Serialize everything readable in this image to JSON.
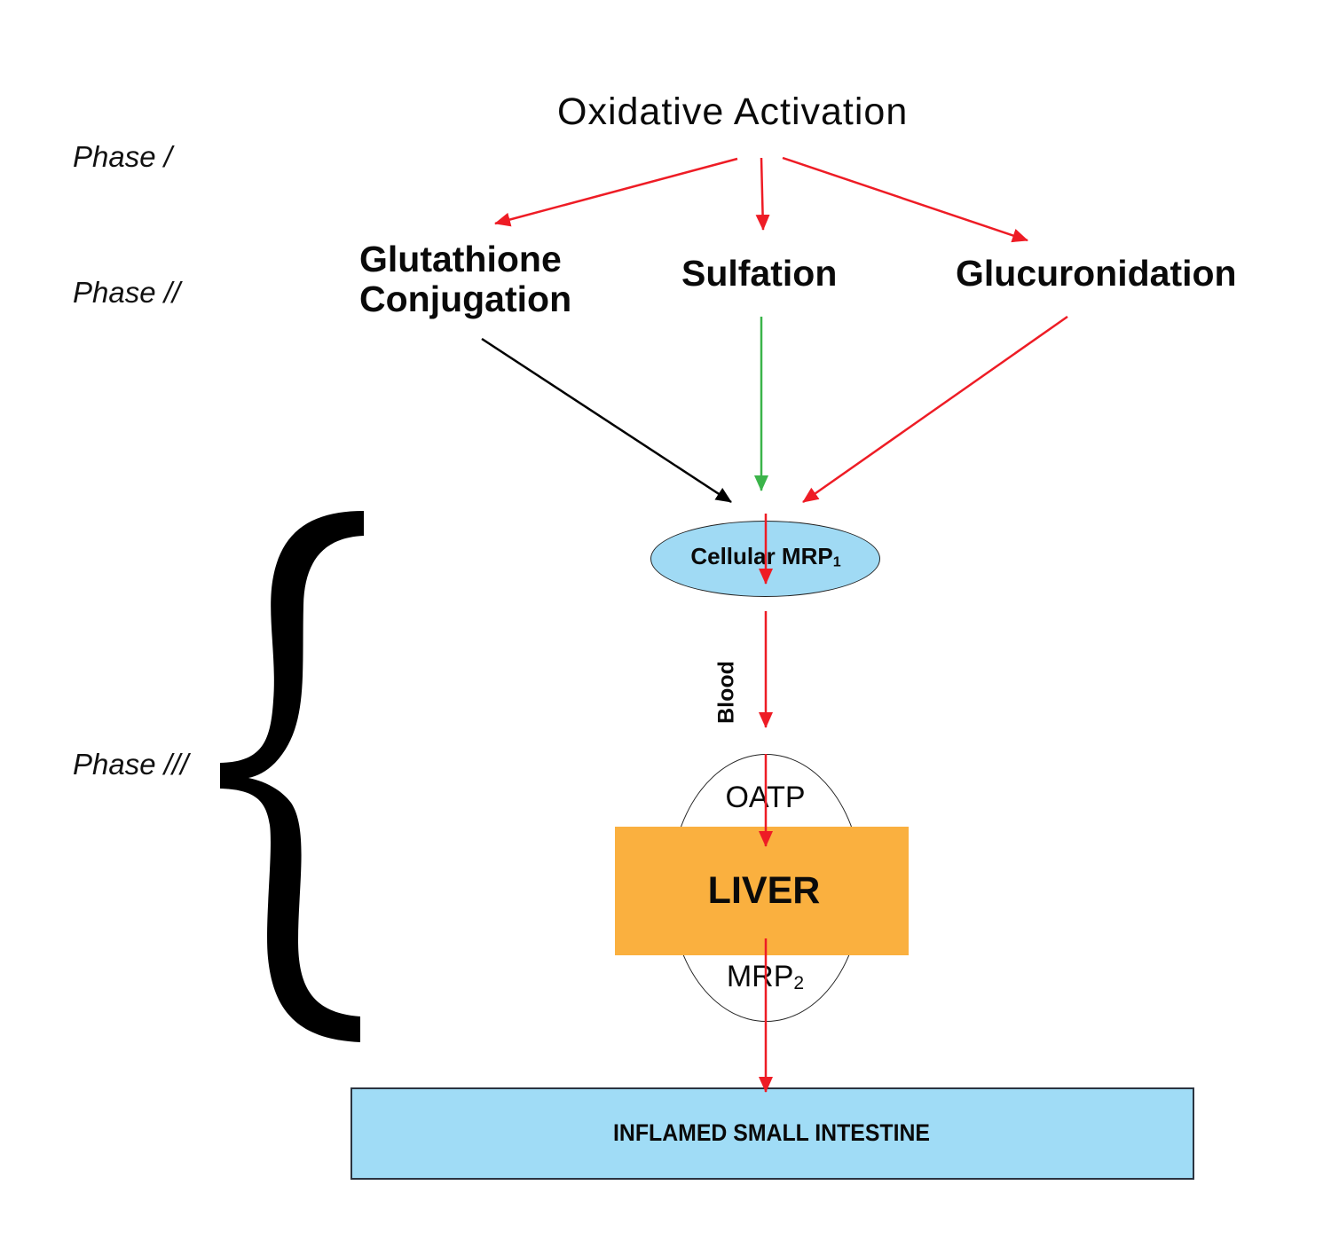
{
  "phases": {
    "phase1": "Phase /",
    "phase2": "Phase //",
    "phase3": "Phase ///"
  },
  "nodes": {
    "oxidative_activation": "Oxidative Activation",
    "glutathione_line1": "Glutathione",
    "glutathione_line2": "Conjugation",
    "sulfation": "Sulfation",
    "glucuronidation": "Glucuronidation",
    "cellular_mrp": "Cellular MRP",
    "cellular_mrp_sub": "1",
    "blood": "Blood",
    "oatp": "OATP",
    "liver": "LIVER",
    "mrp2": "MRP",
    "mrp2_sub": "2",
    "intestine": "INFLAMED SMALL INTESTINE"
  },
  "colors": {
    "arrow_red": "#ee1c25",
    "arrow_green": "#3bb44a",
    "arrow_black": "#000000",
    "mrp1_fill": "#a0daf4",
    "liver_fill": "#fab03f",
    "intestine_fill": "#a0dcf6"
  },
  "edges": [
    {
      "from": "Oxidative Activation",
      "to": "Glutathione Conjugation",
      "color": "red"
    },
    {
      "from": "Oxidative Activation",
      "to": "Sulfation",
      "color": "red"
    },
    {
      "from": "Oxidative Activation",
      "to": "Glucuronidation",
      "color": "red"
    },
    {
      "from": "Glutathione Conjugation",
      "to": "Cellular MRP1",
      "color": "black"
    },
    {
      "from": "Sulfation",
      "to": "Cellular MRP1",
      "color": "green"
    },
    {
      "from": "Glucuronidation",
      "to": "Cellular MRP1",
      "color": "red"
    },
    {
      "from": "Cellular MRP1",
      "to": "Blood",
      "color": "red"
    },
    {
      "from": "Blood",
      "to": "OATP",
      "color": "red"
    },
    {
      "from": "OATP",
      "to": "LIVER",
      "color": "red"
    },
    {
      "from": "LIVER",
      "to": "MRP2",
      "color": "red"
    },
    {
      "from": "MRP2",
      "to": "INFLAMED SMALL INTESTINE",
      "color": "red"
    }
  ]
}
